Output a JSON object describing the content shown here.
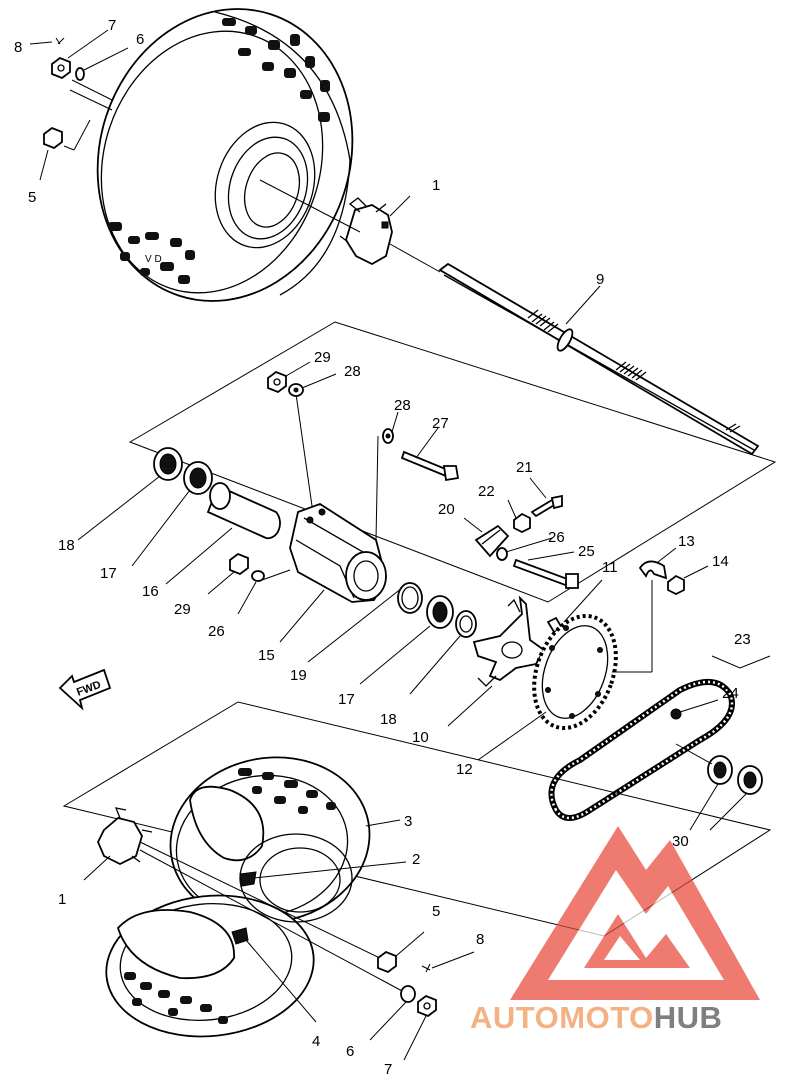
{
  "diagram": {
    "direction_label": "FWD",
    "callouts": {
      "c1_top": "1",
      "c1_bottom": "1",
      "c2": "2",
      "c3": "3",
      "c4": "4",
      "c5_top": "5",
      "c5_bottom": "5",
      "c6_top": "6",
      "c6_bottom": "6",
      "c7_top": "7",
      "c7_bottom": "7",
      "c8_top": "8",
      "c8_bottom": "8",
      "c9": "9",
      "c10": "10",
      "c11": "11",
      "c12": "12",
      "c13": "13",
      "c14": "14",
      "c15": "15",
      "c16": "16",
      "c17_left": "17",
      "c17_mid": "17",
      "c18_left": "18",
      "c18_mid": "18",
      "c19": "19",
      "c20": "20",
      "c21": "21",
      "c22": "22",
      "c23": "23",
      "c24": "24",
      "c25": "25",
      "c26_top": "26",
      "c26_left": "26",
      "c27": "27",
      "c28_top": "28",
      "c28_mid": "28",
      "c29_top": "29",
      "c29_left": "29",
      "c30": "30"
    }
  },
  "watermark": {
    "brand_part1": "AUTOMOTO",
    "brand_part2": "HUB",
    "accent_color": "#e8483a",
    "brand_color_1": "#f4b183",
    "brand_color_2": "#7f7f7f"
  }
}
